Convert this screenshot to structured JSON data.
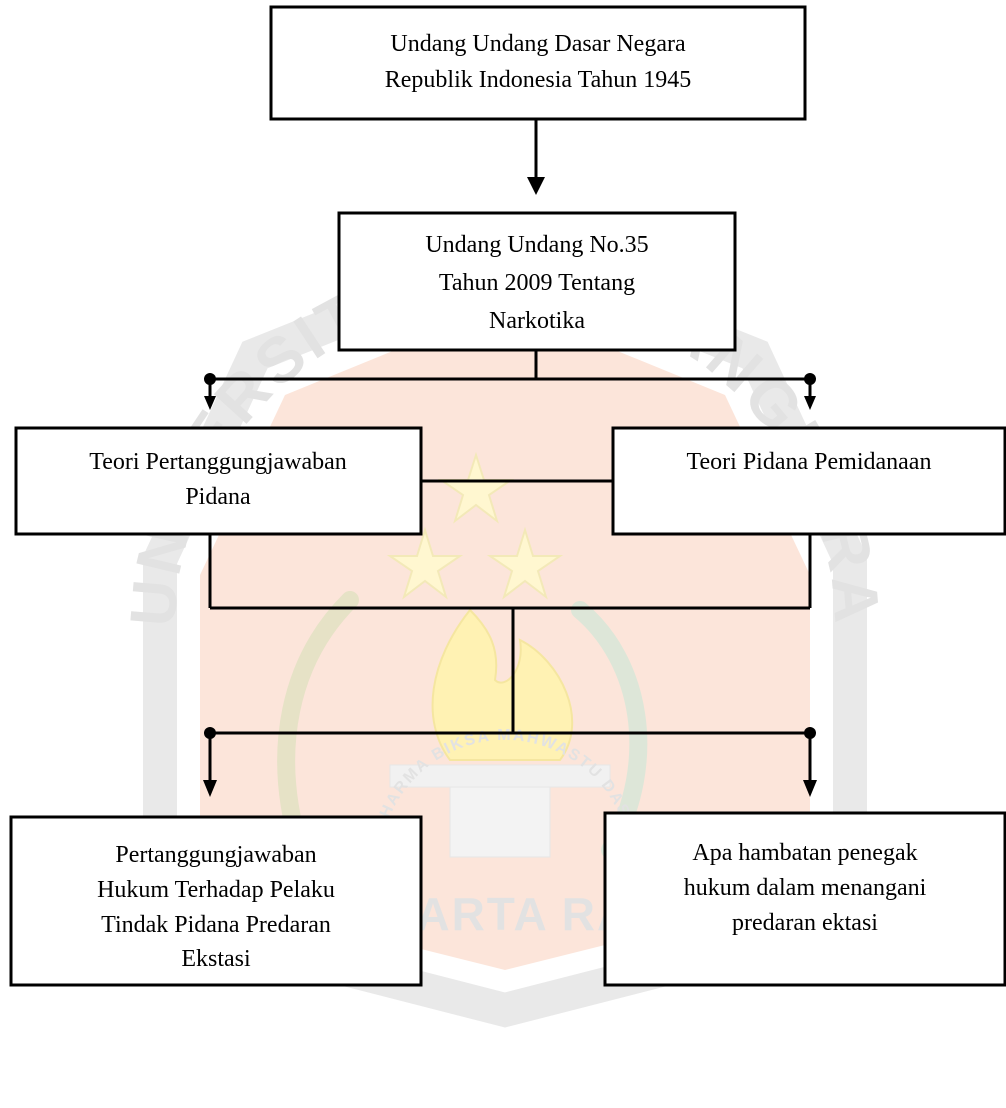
{
  "watermark": {
    "arc_text": "UNIVERSITAS BHAYANGKARA",
    "bottom_text": "JAKARTA RAYA",
    "motto": "DHARMA BIKSA MAHWASTU DASA",
    "colors": {
      "shield_outer": "#e9e9e9",
      "shield_inner": "#fbe0d3",
      "stars": "#fff7d0",
      "torch": "#fff2b3",
      "wheat": "#e6e2c6",
      "cotton": "#dde6d8",
      "text": "#e2e2e2"
    }
  },
  "diagram": {
    "nodes": [
      {
        "id": "uud",
        "lines": [
          "Undang Undang Dasar Negara",
          "Republik Indonesia Tahun 1945"
        ]
      },
      {
        "id": "uu35",
        "lines": [
          "Undang Undang No.35",
          "Tahun 2009 Tentang",
          "Narkotika"
        ]
      },
      {
        "id": "teori-pertanggungjawaban",
        "lines": [
          "Teori Pertanggungjawaban",
          "Pidana"
        ]
      },
      {
        "id": "teori-pidana",
        "lines": [
          "Teori Pidana Pemidanaan"
        ]
      },
      {
        "id": "pertanggungjawaban-hukum",
        "lines": [
          "Pertanggungjawaban",
          "Hukum Terhadap Pelaku",
          "Tindak Pidana Predaran",
          "Ekstasi"
        ]
      },
      {
        "id": "hambatan",
        "lines": [
          "Apa hambatan penegak",
          "hukum dalam menangani",
          "predaran ektasi"
        ]
      }
    ],
    "colors": {
      "stroke": "#000000",
      "text": "#000000"
    }
  }
}
